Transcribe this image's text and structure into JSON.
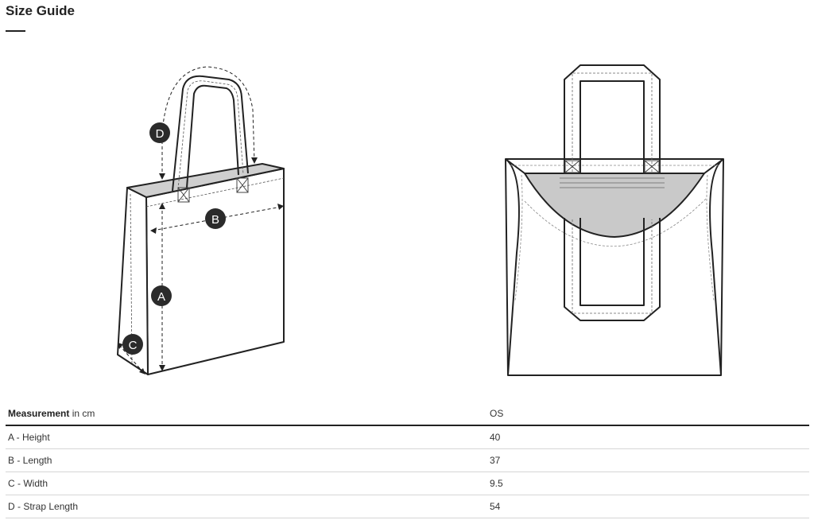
{
  "page": {
    "title": "Size Guide"
  },
  "figures": {
    "angle_view": {
      "markers": [
        "D",
        "B",
        "A",
        "C"
      ]
    },
    "front_view": {}
  },
  "table": {
    "header": {
      "measurement_label": "Measurement",
      "unit_label": " in cm",
      "size_label": "OS"
    },
    "rows": [
      {
        "label": "A - Height",
        "value": "40"
      },
      {
        "label": "B - Length",
        "value": "37"
      },
      {
        "label": "C - Width",
        "value": "9.5"
      },
      {
        "label": "D - Strap Length",
        "value": "54"
      }
    ]
  },
  "colors": {
    "ink": "#222222",
    "marker_fill": "#2b2b2b",
    "inner_shade": "#c9c9c9",
    "rule": "#d6d6d6"
  }
}
